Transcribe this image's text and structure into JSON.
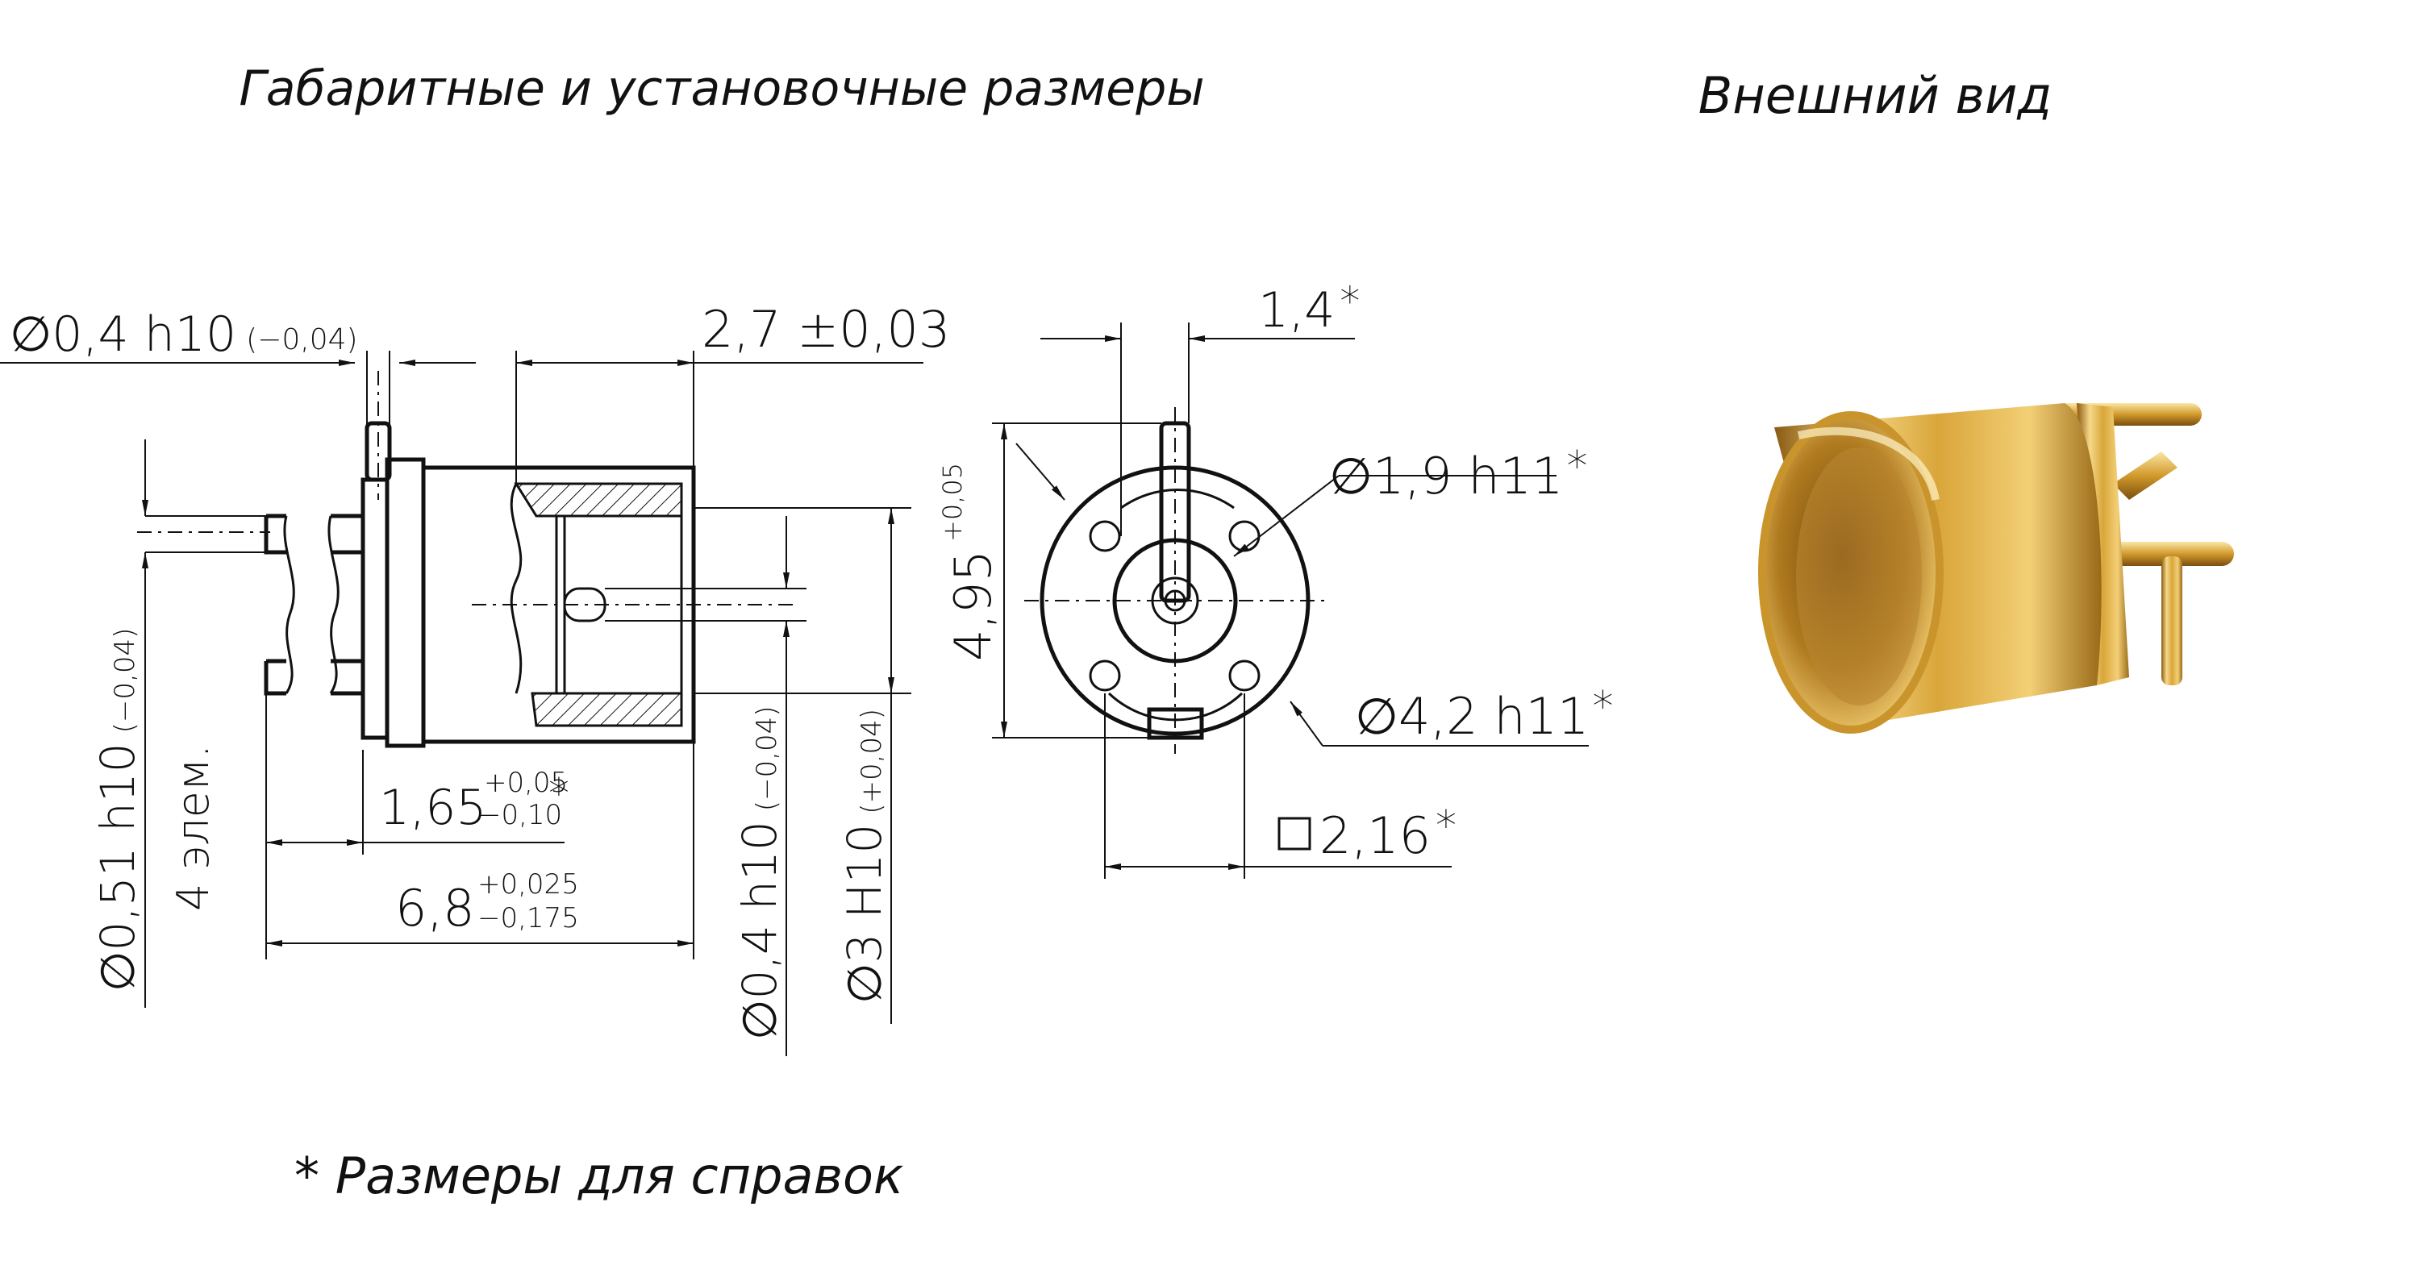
{
  "titles": {
    "drawing": "Габаритные и установочные размеры",
    "photo": "Внешний вид"
  },
  "dimensions": {
    "pin_dia": {
      "main": "∅0,4 h10",
      "tol": "(−0,04)"
    },
    "body_len": "2,7 ±0,03",
    "side_len": {
      "main": "1,4",
      "star": "*"
    },
    "bore_dia": {
      "main": "∅1,9 h11",
      "star": "*"
    },
    "height": {
      "main": "4,95",
      "tol": "+0,05"
    },
    "outer_dia": {
      "main": "∅4,2 h11",
      "star": "*"
    },
    "square": {
      "main": "2,16",
      "star": "*"
    },
    "flange_len": {
      "main": "1,65",
      "tol_upper": "+0,05",
      "tol_lower": "−0,10",
      "star": "*"
    },
    "total_len": {
      "main": "6,8",
      "tol_upper": "+0,025",
      "tol_lower": "−0,175"
    },
    "lead_dia": {
      "main": "∅0,51 h10",
      "tol": "(−0,04)"
    },
    "lead_count": "4 элем.",
    "inner_pin_dia": {
      "main": "∅0,4 h10",
      "tol": "(−0,04)"
    },
    "housing_dia": {
      "main": "∅3 H10",
      "tol": "(+0,04)"
    }
  },
  "footnote": "* Размеры для справок",
  "colors": {
    "ink": "#111111",
    "gold_light": "#f6d98a",
    "gold_mid": "#d9a63a",
    "gold_dark": "#8a5a12"
  }
}
